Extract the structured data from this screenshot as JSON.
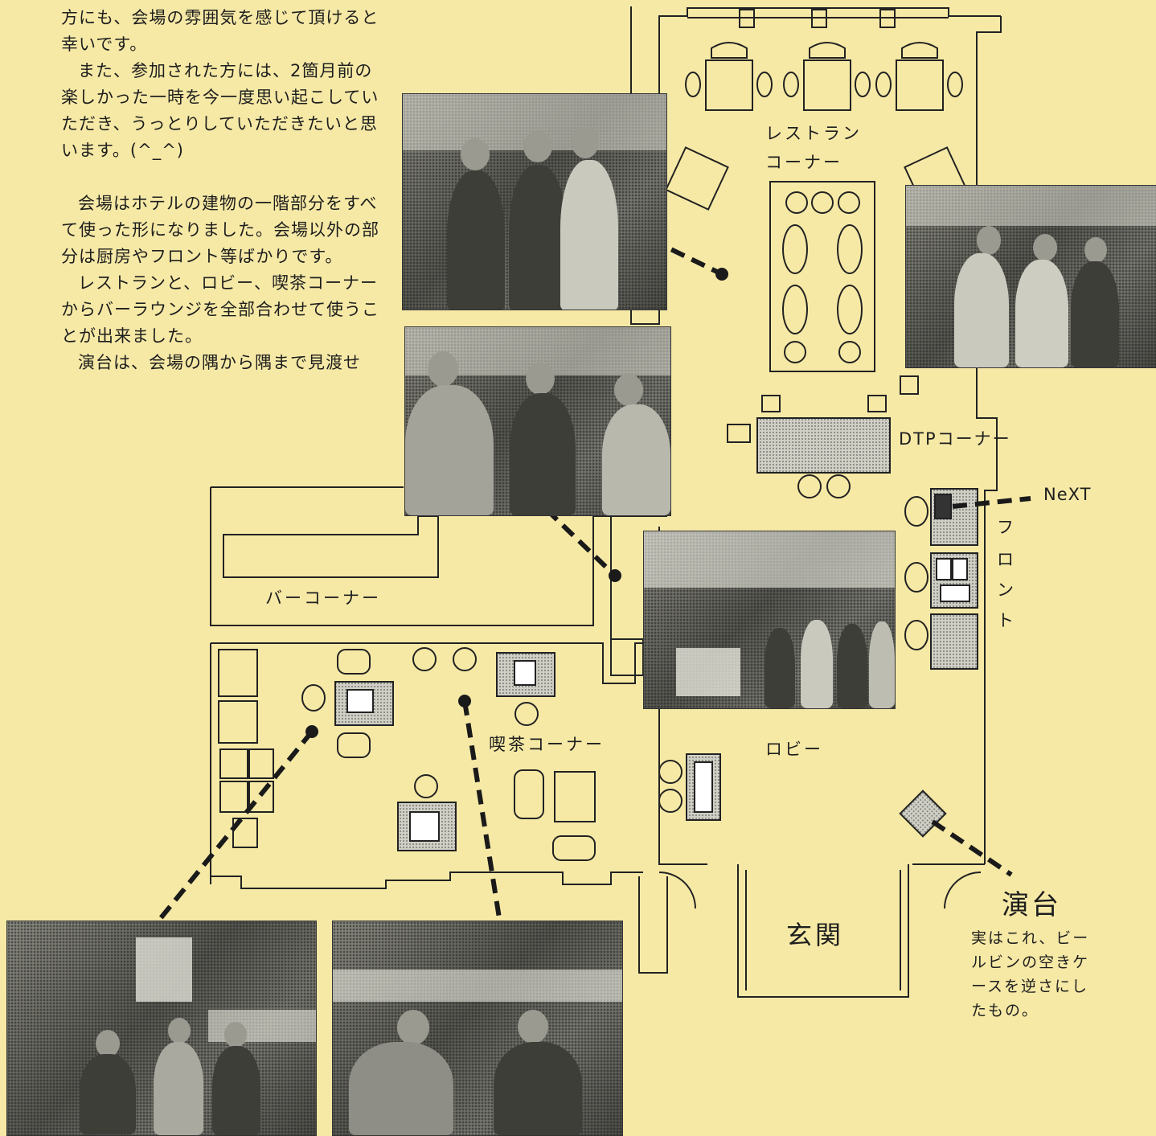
{
  "article": {
    "paragraphs": [
      "方にも、会場の雰囲気を感じて頂けると幸いです。",
      "また、参加された方には、2箇月前の楽しかった一時を今一度思い起こしていただき、うっとりしていただきたいと思います。(^_^)",
      "会場はホテルの建物の一階部分をすべて使った形になりました。会場以外の部分は厨房やフロント等ばかりです。",
      "レストランと、ロビー、喫茶コーナーからバーラウンジを全部合わせて使うことが出来ました。",
      "演台は、会場の隅から隅まで見渡せ"
    ]
  },
  "floorplan": {
    "restaurant_label_1": "レストラン",
    "restaurant_label_2": "コーナー",
    "dtp_label": "DTPコーナー",
    "next_label": "NeXT",
    "front_label": [
      "フ",
      "ロ",
      "ン",
      "ト"
    ],
    "bar_label": "バーコーナー",
    "cafe_label": "喫茶コーナー",
    "lobby_label": "ロビー",
    "entrance_label": "玄関",
    "podium_title": "演台",
    "podium_caption": [
      "実はこれ、ビー",
      "ルビンの空きケ",
      "ースを逆さにし",
      "たもの。"
    ]
  },
  "colors": {
    "paper": "#f6e9a6",
    "ink": "#1e1e1e",
    "hatch": "#b9b9b0"
  }
}
